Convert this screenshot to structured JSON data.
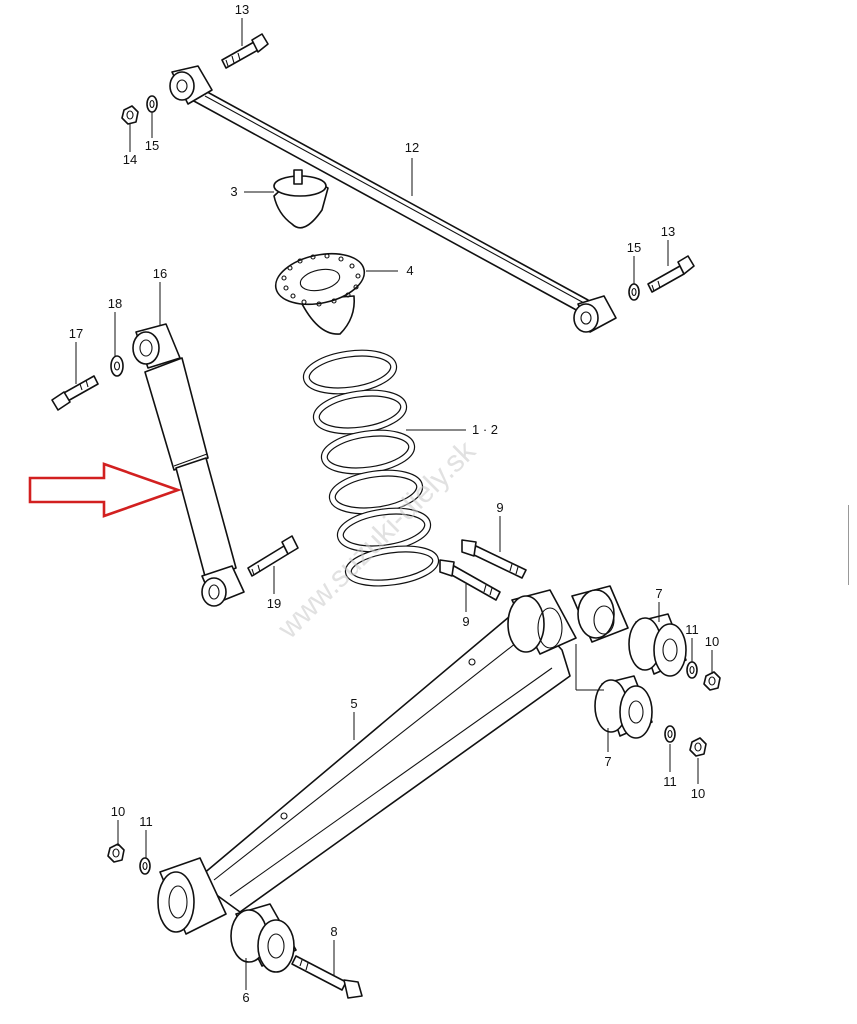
{
  "labels": {
    "l1": "1 · 2",
    "l3": "3",
    "l4": "4",
    "l5": "5",
    "l6": "6",
    "l7a": "7",
    "l7b": "7",
    "l8": "8",
    "l9a": "9",
    "l9b": "9",
    "l10a": "10",
    "l10b": "10",
    "l10c": "10",
    "l11a": "11",
    "l11b": "11",
    "l11c": "11",
    "l12": "12",
    "l13a": "13",
    "l13b": "13",
    "l14": "14",
    "l15a": "15",
    "l15b": "15",
    "l16": "16",
    "l17": "17",
    "l18": "18",
    "l19": "19"
  },
  "watermark": "www.suzuki-diely.sk",
  "colors": {
    "arrow": "#d22020",
    "line": "#111111",
    "watermark": "#c8c8c8"
  }
}
